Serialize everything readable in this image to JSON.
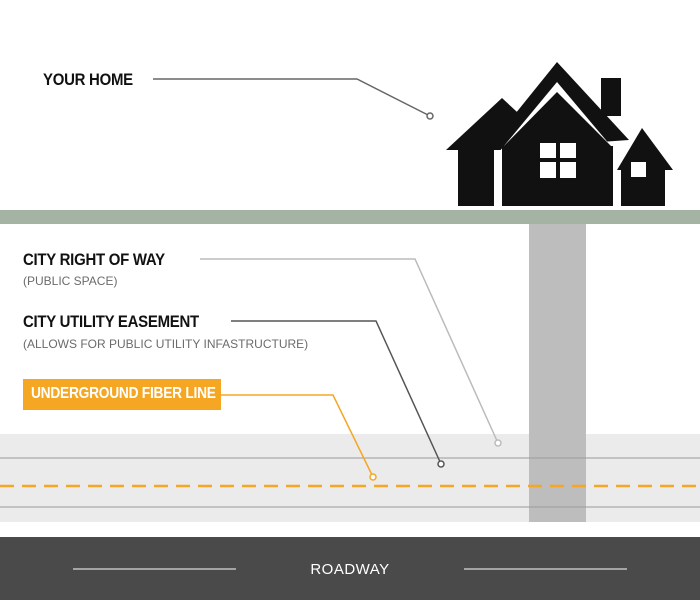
{
  "labels": {
    "your_home": "YOUR HOME",
    "city_right_of_way": "CITY RIGHT OF WAY",
    "city_right_of_way_note": "(PUBLIC SPACE)",
    "city_utility_easement": "CITY UTILITY EASEMENT",
    "city_utility_easement_note": "(ALLOWS FOR PUBLIC UTILITY INFASTRUCTURE)",
    "underground_fiber_line": "UNDERGROUND FIBER LINE",
    "roadway": "ROADWAY"
  },
  "icons": {
    "house": "house-icon"
  },
  "colors": {
    "grass": "#a5b3a4",
    "ground": "#ebebeb",
    "driveway": "#bdbdbd",
    "road": "#4a4a4a",
    "house": "#111111",
    "accent_fiber": "#f5a623",
    "leader_home": "#666666",
    "leader_right_of_way": "#bbbbbb",
    "leader_easement": "#555555"
  }
}
